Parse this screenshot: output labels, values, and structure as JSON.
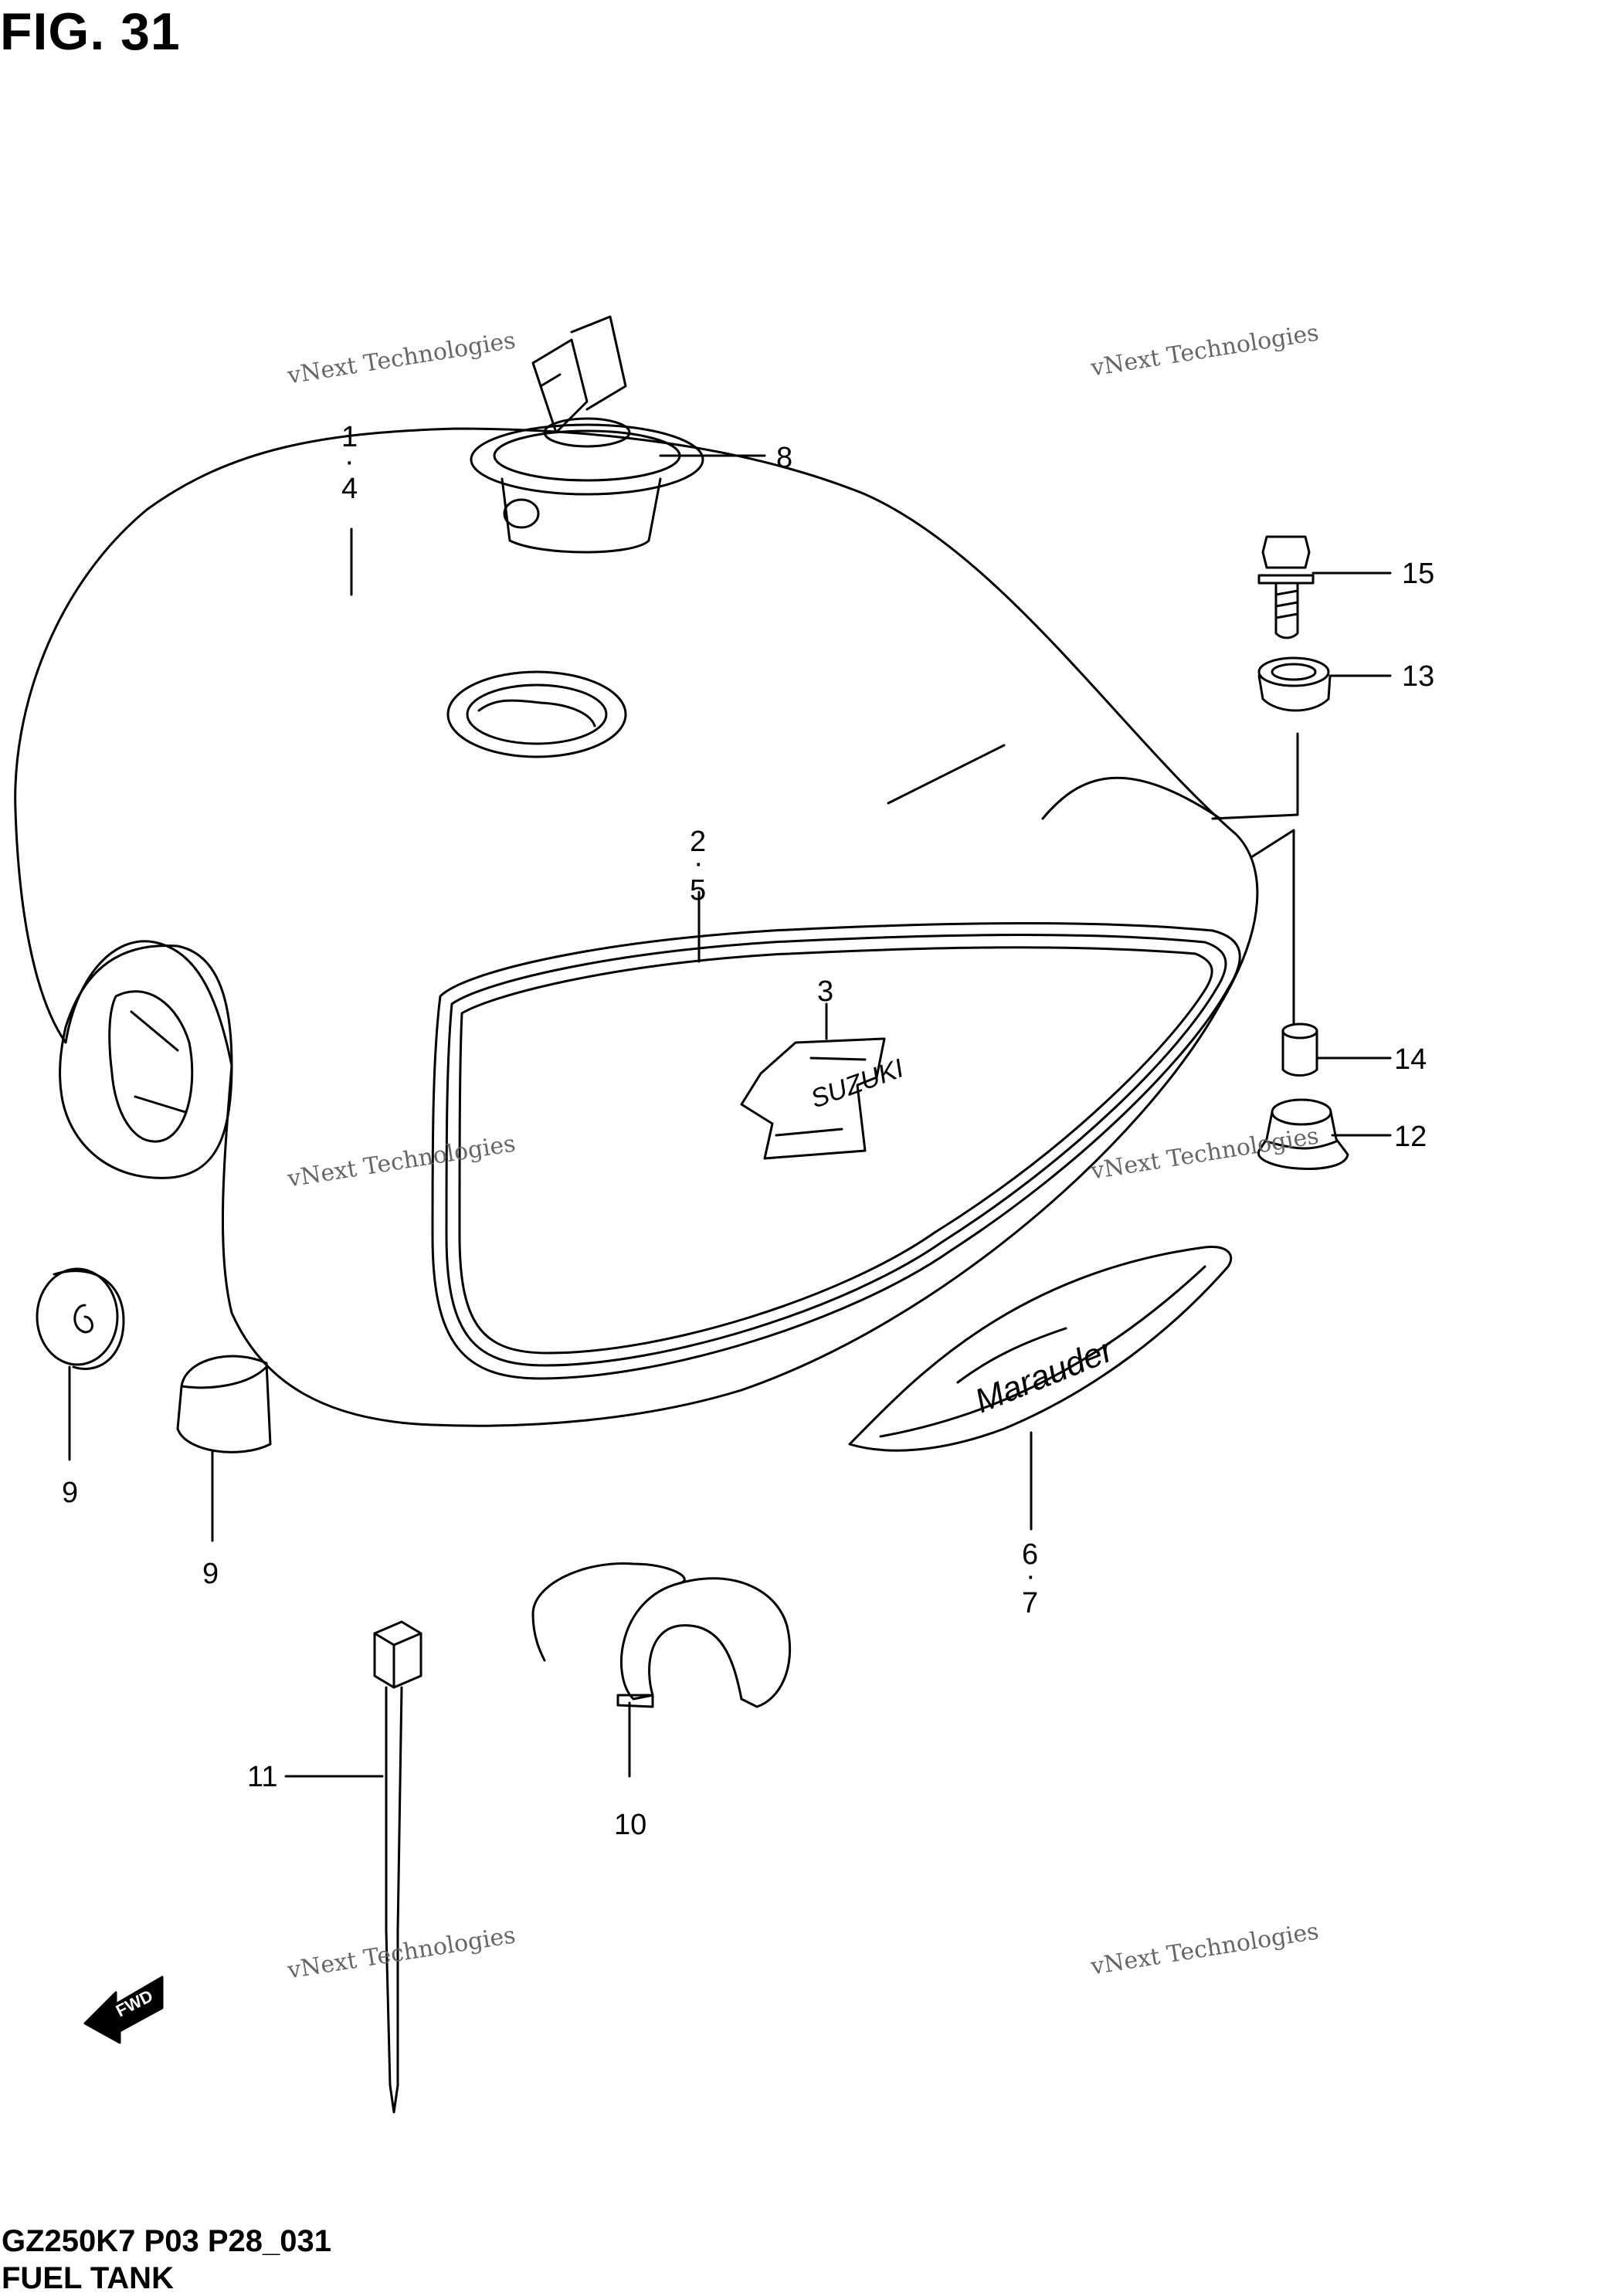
{
  "figure": {
    "title": "FIG. 31",
    "code": "GZ250K7 P03 P28_031",
    "subtitle": "FUEL TANK"
  },
  "watermark": {
    "line1": "vNext Technologies",
    "line2": "vNext Technologies"
  },
  "callouts": {
    "c1": "1",
    "c1dot": "·",
    "c4": "4",
    "c2": "2",
    "c2dot": "·",
    "c5": "5",
    "c3": "3",
    "c6": "6",
    "c6dot": "·",
    "c7": "7",
    "c8": "8",
    "c9a": "9",
    "c9b": "9",
    "c10": "10",
    "c11": "11",
    "c12": "12",
    "c13": "13",
    "c14": "14",
    "c15": "15"
  },
  "emblem": {
    "brand": "SUZUKI",
    "script": "Marauder"
  },
  "fwd_arrow": "FWD"
}
